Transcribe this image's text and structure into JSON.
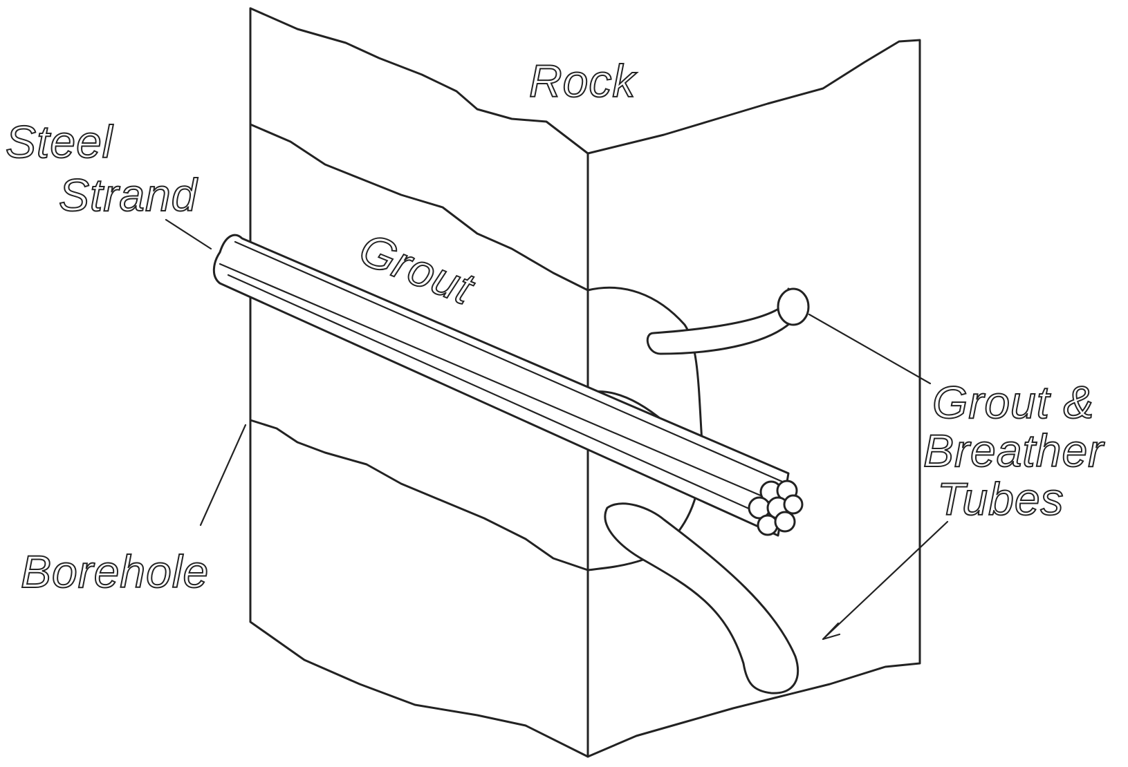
{
  "labels": {
    "rock": "Rock",
    "steel_strand": [
      "Steel",
      "Strand"
    ],
    "grout": "Grout",
    "borehole": "Borehole",
    "grout_breather_tubes": [
      "Grout &",
      "Breather",
      "Tubes"
    ]
  }
}
